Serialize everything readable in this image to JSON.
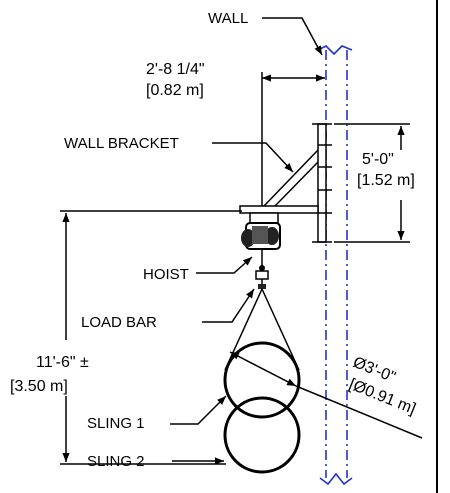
{
  "labels": {
    "wall": "WALL",
    "bracket_offset_imperial": "2'-8 1/4\"",
    "bracket_offset_metric": "[0.82 m]",
    "wall_bracket": "WALL BRACKET",
    "bracket_height_imperial": "5'-0\"",
    "bracket_height_metric": "[1.52 m]",
    "hoist": "HOIST",
    "load_bar": "LOAD BAR",
    "total_height_imperial": "11'-6\"  ±",
    "total_height_metric": "[3.50 m]",
    "diameter_imperial": "Ø3'-0\"",
    "diameter_metric": "[Ø0.91 m]",
    "sling_1": "SLING 1",
    "sling_2": "SLING 2"
  },
  "colors": {
    "ink": "#000000",
    "wall_line": "#2233cc",
    "background": "#ffffff"
  }
}
